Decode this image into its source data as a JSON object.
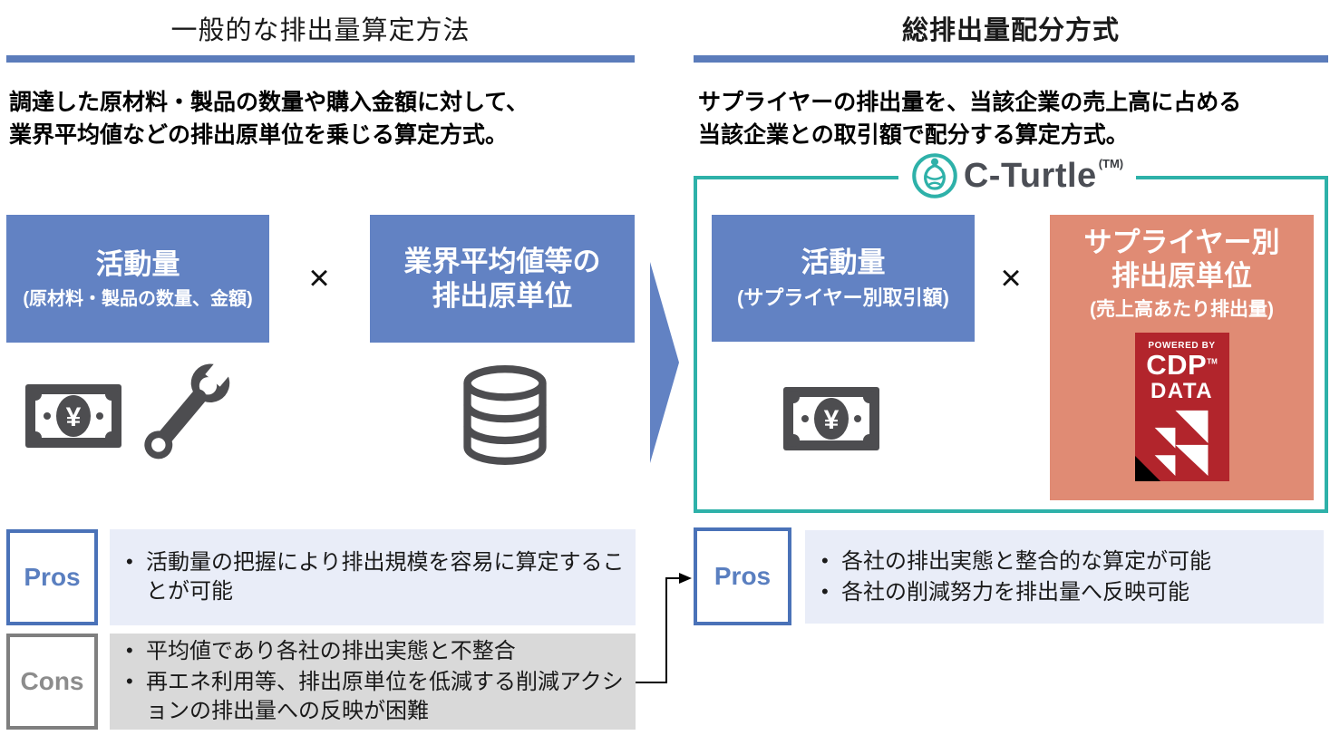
{
  "colors": {
    "box_blue": "#6282c3",
    "bar_blue": "#5b7cbb",
    "pros_blue": "#4a72b8",
    "pros_bg": "#e9edf8",
    "cons_gray": "#7f7f7f",
    "cons_bg": "#d9d9d9",
    "teal": "#2eb1a9",
    "salmon": "#e08b74",
    "cdp_red": "#b2252c",
    "icon_gray": "#4d4d4d"
  },
  "icons": {
    "banknote": "banknote-yen-icon",
    "wrench": "wrench-icon",
    "database": "database-icon",
    "turtle": "turtle-logo-icon",
    "yen_symbol": "¥"
  },
  "left": {
    "title": "一般的な排出量算定方法",
    "desc1": "調達した原材料・製品の数量や購入金額に対して、",
    "desc2": "業界平均値などの排出原単位を乗じる算定方式。",
    "activity_box": {
      "title": "活動量",
      "sub": "(原材料・製品の数量、金額)"
    },
    "multiply": "×",
    "factor_box": {
      "line1": "業界平均値等の",
      "line2": "排出原単位"
    },
    "pros": {
      "label": "Pros",
      "items": [
        "活動量の把握により排出規模を容易に算定することが可能"
      ]
    },
    "cons": {
      "label": "Cons",
      "items": [
        "平均値であり各社の排出実態と不整合",
        "再エネ利用等、排出原単位を低減する削減アクションの排出量への反映が困難"
      ]
    }
  },
  "right": {
    "title": "総排出量配分方式",
    "desc1": "サプライヤーの排出量を、当該企業の売上高に占める",
    "desc2": "当該企業との取引額で配分する算定方式。",
    "logo": {
      "name": "C-Turtle",
      "tm": "(TM)"
    },
    "activity_box": {
      "title": "活動量",
      "sub": "(サプライヤー別取引額)"
    },
    "multiply": "×",
    "factor_box": {
      "line1": "サプライヤー別",
      "line2": "排出原単位",
      "sub": "(売上高あたり排出量)"
    },
    "badge": {
      "powered_by": "POWERED BY",
      "brand": "CDP",
      "tm": "TM",
      "data": "DATA"
    },
    "pros": {
      "label": "Pros",
      "items": [
        "各社の排出実態と整合的な算定が可能",
        "各社の削減努力を排出量へ反映可能"
      ]
    }
  }
}
